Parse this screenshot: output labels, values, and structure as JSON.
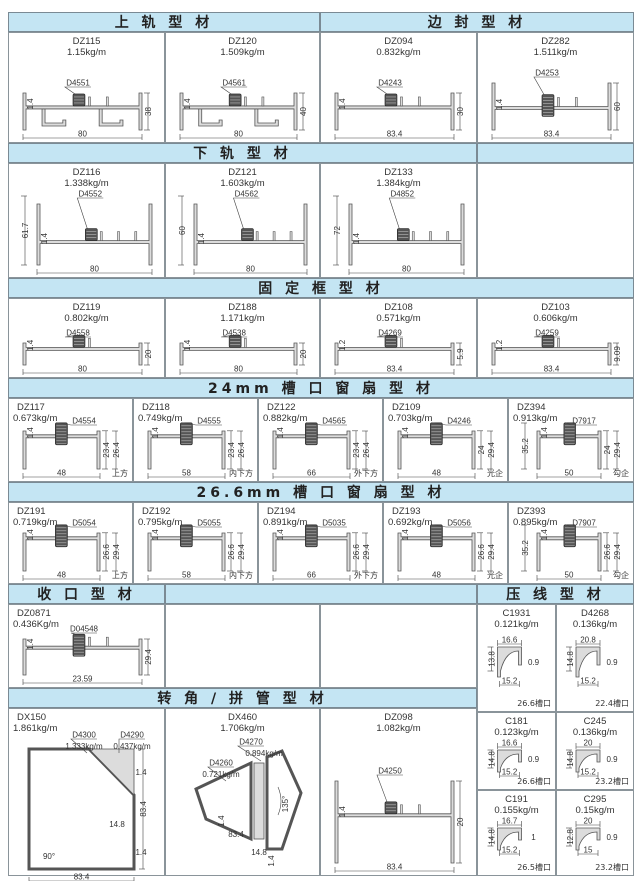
{
  "headers": {
    "top_rail": "上 轨 型 材",
    "side_seal": "边 封 型 材",
    "bottom_rail": "下 轨 型 材",
    "fixed_frame": "固 定 框 型 材",
    "sash_24": "24mm 槽 口 窗 扇 型 材",
    "sash_266": "26.6mm 槽 口 窗 扇 型 材",
    "closing": "收 口 型 材",
    "bead": "压 线 型 材",
    "corner": "转 角 / 拼 管 型 材"
  },
  "cells": {
    "dz115": {
      "code": "DZ115",
      "weight": "1.15kg/m",
      "gasket": "D4551",
      "w": "80",
      "h": [
        "38"
      ],
      "t": "1.4"
    },
    "dz120": {
      "code": "DZ120",
      "weight": "1.509kg/m",
      "gasket": "D4561",
      "w": "80",
      "h": [
        "40"
      ],
      "t": "1.4"
    },
    "dz094": {
      "code": "DZ094",
      "weight": "0.832kg/m",
      "gasket": "D4243",
      "w": "83.4",
      "h": [
        "30"
      ],
      "t": "1.4"
    },
    "dz282": {
      "code": "DZ282",
      "weight": "1.511kg/m",
      "gasket": "D4253",
      "w": "83.4",
      "h": [
        "60"
      ],
      "t": "1.4"
    },
    "dz116": {
      "code": "DZ116",
      "weight": "1.338kg/m",
      "gasket": "D4552",
      "w": "80",
      "lh": "61.7",
      "t": "1.4"
    },
    "dz121": {
      "code": "DZ121",
      "weight": "1.603kg/m",
      "gasket": "D4562",
      "w": "80",
      "lh": "60",
      "t": "1.4"
    },
    "dz133": {
      "code": "DZ133",
      "weight": "1.384kg/m",
      "gasket": "D4852",
      "w": "80",
      "lh": "72",
      "t": "1.4"
    },
    "dz119": {
      "code": "DZ119",
      "weight": "0.802kg/m",
      "gasket": "D4558",
      "w": "80",
      "h": [
        "20"
      ],
      "t": "1.4"
    },
    "dz188": {
      "code": "DZ188",
      "weight": "1.171kg/m",
      "gasket": "D4538",
      "w": "80",
      "h": [
        "20"
      ],
      "t": "1.4"
    },
    "dz108": {
      "code": "DZ108",
      "weight": "0.571kg/m",
      "gasket": "D4269",
      "w": "83.4",
      "h": [
        "5.9"
      ],
      "t": "1.2"
    },
    "dz103": {
      "code": "DZ103",
      "weight": "0.606kg/m",
      "gasket": "D4259",
      "w": "83.4",
      "h": [
        "9.09"
      ],
      "t": "1.2"
    },
    "dz117": {
      "code": "DZ117",
      "weight": "0.673kg/m",
      "gasket": "D4554",
      "w": "48",
      "h": [
        "23.4",
        "26.4"
      ],
      "t": "1.4",
      "note": "上方"
    },
    "dz118": {
      "code": "DZ118",
      "weight": "0.749kg/m",
      "gasket": "D4555",
      "w": "58",
      "h": [
        "23.4",
        "26.4"
      ],
      "t": "1.4",
      "note": "内下方"
    },
    "dz122": {
      "code": "DZ122",
      "weight": "0.882kg/m",
      "gasket": "D4565",
      "w": "66",
      "h": [
        "23.4",
        "26.4"
      ],
      "t": "1.4",
      "note": "外下方"
    },
    "dz109": {
      "code": "DZ109",
      "weight": "0.703kg/m",
      "gasket": "D4246",
      "w": "48",
      "h": [
        "24",
        "29.4"
      ],
      "t": "1.4",
      "note": "光企"
    },
    "dz394": {
      "code": "DZ394",
      "weight": "0.913kg/m",
      "gasket": "D7917",
      "w": "50",
      "h": [
        "24",
        "29.4"
      ],
      "lh": "35.2",
      "t": "1.4",
      "note": "勾企"
    },
    "dz191": {
      "code": "DZ191",
      "weight": "0.719kg/m",
      "gasket": "D5054",
      "w": "48",
      "h": [
        "26.6",
        "29.4"
      ],
      "t": "1.4",
      "note": "上方"
    },
    "dz192": {
      "code": "DZ192",
      "weight": "0.795kg/m",
      "gasket": "D5055",
      "w": "58",
      "h": [
        "26.6",
        "29.4"
      ],
      "t": "1.4",
      "note": "内下方"
    },
    "dz194": {
      "code": "DZ194",
      "weight": "0.891kg/m",
      "gasket": "D5035",
      "w": "66",
      "h": [
        "26.6",
        "29.4"
      ],
      "t": "1.4",
      "note": "外下方"
    },
    "dz193": {
      "code": "DZ193",
      "weight": "0.692kg/m",
      "gasket": "D5056",
      "w": "48",
      "h": [
        "26.6",
        "29.4"
      ],
      "t": "1.4",
      "note": "光企"
    },
    "dz393": {
      "code": "DZ393",
      "weight": "0.895kg/m",
      "gasket": "D7907",
      "w": "50",
      "h": [
        "26.6",
        "29.4"
      ],
      "lh": "35.2",
      "t": "1.4",
      "note": "勾企"
    },
    "dz0871": {
      "code": "DZ0871",
      "weight": "0.436Kg/m",
      "gasket": "D04548",
      "w": "23.59",
      "h": [
        "29.4"
      ],
      "t": "1.4"
    },
    "c1931": {
      "code": "C1931",
      "weight": "0.121kg/m",
      "top": "16.6",
      "left": "13.8",
      "right": "0.9",
      "bottom": "15.2",
      "note": "26.6槽口"
    },
    "d4268": {
      "code": "D4268",
      "weight": "0.136kg/m",
      "top": "20.8",
      "left": "14.8",
      "right": "0.9",
      "bottom": "15.2",
      "note": "22.4槽口"
    },
    "c181": {
      "code": "C181",
      "weight": "0.123kg/m",
      "top": "16.6",
      "left": "14.8",
      "right": "0.9",
      "bottom": "15.2",
      "note": "26.6槽口"
    },
    "c245": {
      "code": "C245",
      "weight": "0.136kg/m",
      "top": "20",
      "left": "14.8",
      "right": "0.9",
      "bottom": "15.2",
      "note": "23.2槽口"
    },
    "c191": {
      "code": "C191",
      "weight": "0.155kg/m",
      "top": "16.7",
      "left": "14.8",
      "right": "1",
      "bottom": "15.2",
      "note": "26.5槽口"
    },
    "c295": {
      "code": "C295",
      "weight": "0.15kg/m",
      "top": "20",
      "left": "12.8",
      "right": "0.9",
      "bottom": "15",
      "note": "23.2槽口"
    },
    "dx150": {
      "code": "DX150",
      "weight": "1.861kg/m",
      "sub1": "D4300",
      "sub1w": "1.333kg/m",
      "sub2": "D4290",
      "sub2w": "0.437kg/m",
      "w": "83.4",
      "h": "83.4",
      "t1": "1.4",
      "t2": "1.4",
      "t3": "14.8",
      "angle": "90°"
    },
    "dx460": {
      "code": "DX460",
      "weight": "1.706kg/m",
      "sub1": "D4270",
      "sub1w": "0.894kg/m",
      "sub2": "D4260",
      "sub2w": "0.721kg/m",
      "w": "83.4",
      "t1": "1.4",
      "t2": "1.4",
      "t3": "14.8",
      "angle": "135°"
    },
    "dz098": {
      "code": "DZ098",
      "weight": "1.082kg/m",
      "gasket": "D4250",
      "w": "83.4",
      "h": [
        "20"
      ],
      "t": "1.4"
    }
  }
}
